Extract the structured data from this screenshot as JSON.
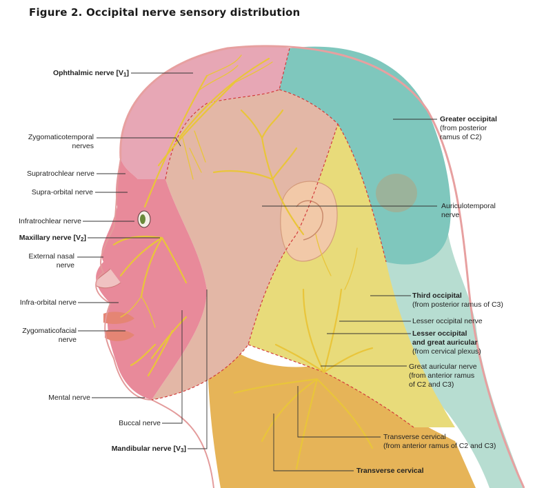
{
  "title": "Figure 2. Occipital nerve sensory distribution",
  "colors": {
    "ophthalmic_zone": "#e7a7b5",
    "maxillary_zone": "#e88a9a",
    "mandibular_zone": "#e3b7a6",
    "greater_occipital_zone": "#7fc7bd",
    "lesser_occipital_zone": "#e8db7a",
    "transverse_cervical_zone": "#e6b458",
    "third_occipital_zone": "#b7ddd1",
    "nerve": "#e9c53a",
    "boundary_dash": "#d23a3a"
  },
  "labels": {
    "ophthalmic": {
      "text": "Ophthalmic nerve [V",
      "sub": "1",
      "close": "]"
    },
    "zygomaticotemporal": [
      "Zygomaticotemporal",
      "nerves"
    ],
    "supratrochlear": "Supratrochlear nerve",
    "supraorbital": "Supra-orbital nerve",
    "infratrochlear": "Infratrochlear nerve",
    "maxillary": {
      "text": "Maxillary nerve [V",
      "sub": "2",
      "close": "]"
    },
    "external_nasal": [
      "External nasal",
      "nerve"
    ],
    "infraorbital": "Infra-orbital nerve",
    "zygomaticofacial": [
      "Zygomaticofacial",
      "nerve"
    ],
    "mental": "Mental nerve",
    "buccal": "Buccal nerve",
    "mandibular": {
      "text": "Mandibular nerve [V",
      "sub": "3",
      "close": "]"
    },
    "greater_occipital": {
      "title": "Greater occipital",
      "lines": [
        "(from posterior",
        "ramus of C2)"
      ]
    },
    "auriculotemporal": [
      "Auriculotemporal",
      "nerve"
    ],
    "third_occipital": {
      "title": "Third occipital",
      "lines": [
        "(from posterior ramus of C3)"
      ]
    },
    "lesser_occipital_nerve": "Lesser occipital nerve",
    "lesser_and_great": {
      "title1": "Lesser occipital",
      "title2": "and great auricular",
      "lines": [
        "(from cervical plexus)"
      ]
    },
    "great_auricular": [
      "Great auricular nerve",
      "(from anterior ramus",
      "of C2 and C3)"
    ],
    "transverse_cervical_nerve": [
      "Transverse cervical",
      "(from anterior ramus of C2 and C3)"
    ],
    "transverse_cervical_zone": "Transverse cervical"
  }
}
